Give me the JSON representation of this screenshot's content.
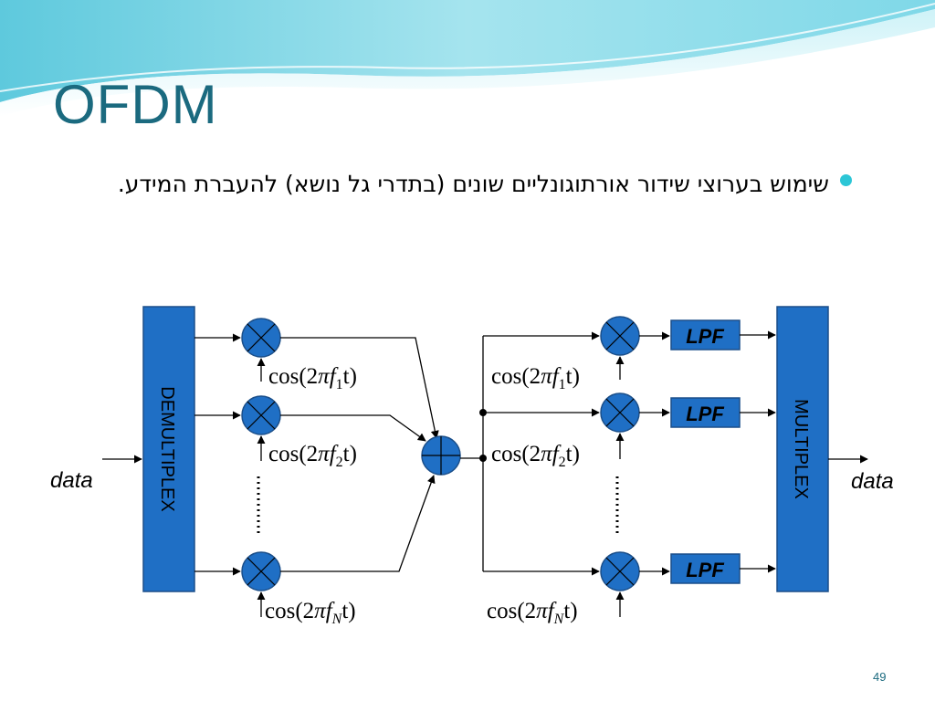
{
  "slide": {
    "title": "OFDM",
    "bullet": "שימוש בערוצי שידור אורתוגונליים שונים (בתדרי גל נושא) להעברת המידע.",
    "number": "49"
  },
  "diagram": {
    "demux_label": "DEMULTIPLEX",
    "mux_label": "MULTIPLEX",
    "input_label": "data",
    "output_label": "data",
    "lpf_label": "LPF",
    "carrier_prefix": "cos(2",
    "pi": "π",
    "f": "f",
    "t_close": "t)",
    "subscripts": [
      "1",
      "2",
      "N"
    ]
  },
  "colors": {
    "block_blue": "#1f6fc5",
    "block_border": "#1b4f8a",
    "title": "#1b6a7f",
    "bullet": "#2cc6d6"
  }
}
